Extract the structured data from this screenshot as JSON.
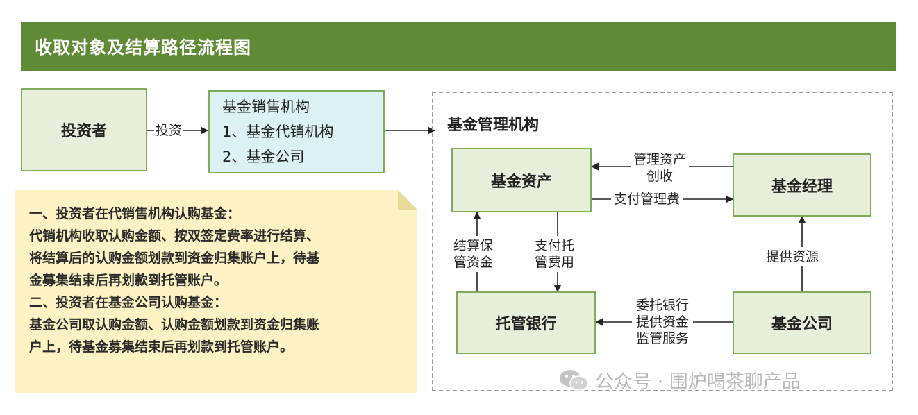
{
  "header": {
    "title": "收取对象及结算路径流程图"
  },
  "nodes": {
    "investor": "投资者",
    "sales": {
      "title": "基金销售机构",
      "item1": "1、基金代销机构",
      "item2": "2、基金公司"
    },
    "management_group": "基金管理机构",
    "fund_assets": "基金资产",
    "fund_manager": "基金经理",
    "custodian_bank": "托管银行",
    "fund_company": "基金公司"
  },
  "edges": {
    "invest": "投资",
    "manage_line1": "管理资产",
    "manage_line2": "创收",
    "pay_mgmt_fee": "支付管理费",
    "settle_line1": "结算保",
    "settle_line2": "管资金",
    "custody_fee_line1": "支付托",
    "custody_fee_line2": "管费用",
    "provide_resources": "提供资源",
    "entrust_line1": "委托银行",
    "entrust_line2": "提供资金",
    "entrust_line3": "监管服务"
  },
  "note": {
    "lines": [
      "一、投资者在代销售机构认购基金：",
      "代销机构收取认购金额、按双签定费率进行结算、",
      "将结算后的认购金额划款到资金归集账户上，待基",
      "金募集结束后再划款到托管账户。",
      "二、投资者在基金公司认购基金：",
      "基金公司取认购金额、认购金额划款到资金归集账",
      "户上，待基金募集结束后再划款到托管账户。"
    ]
  },
  "watermark": {
    "text": "公众号 · 围炉喝茶聊产品",
    "icon": "wechat-icon"
  },
  "colors": {
    "banner": "#5f8b36",
    "box_fill": "#e5efd9",
    "box_border": "#7fab5a",
    "sales_fill": "#dbf1f3",
    "note_fill": "#fdf2c4"
  }
}
